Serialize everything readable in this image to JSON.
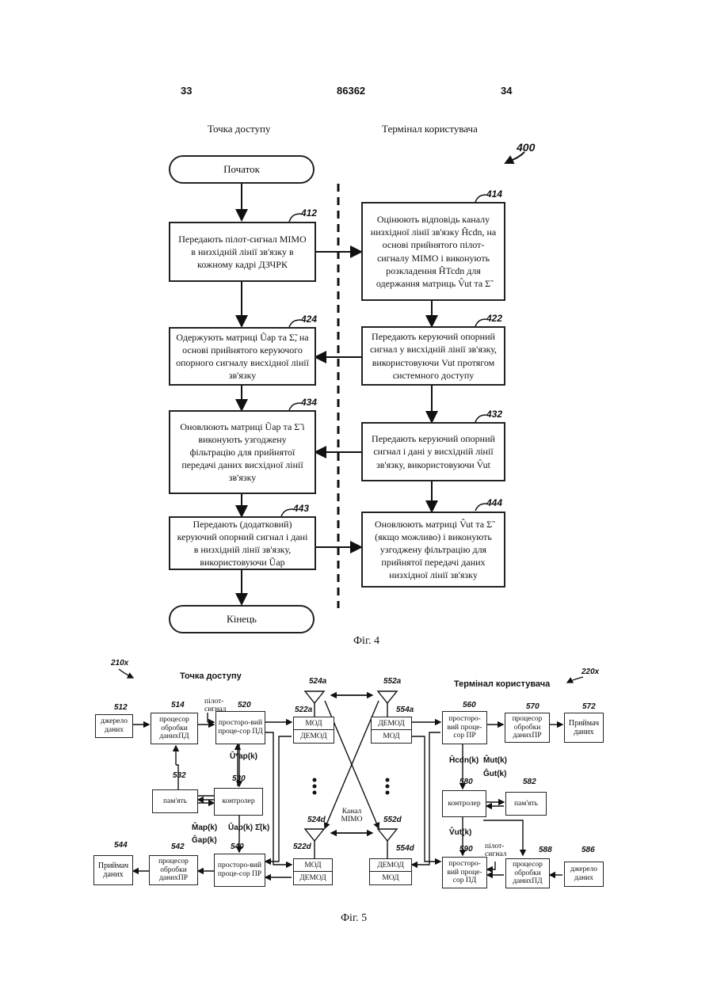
{
  "header": {
    "page_left": "33",
    "doc_number": "86362",
    "page_right": "34"
  },
  "fig4": {
    "col_left": "Точка доступу",
    "col_right": "Термінал користувача",
    "ref_400": "400",
    "start": "Початок",
    "end": "Кінець",
    "box412": {
      "ref": "412",
      "text": "Передають пілот-сигнал MIMO в низхідній лінії зв'язку в кожному кадрі ДЗЧРК"
    },
    "box414": {
      "ref": "414",
      "text": "Оцінюють відповідь каналу низхідної лінії зв'язку Ĥcdn, на основі прийнятого пілот-сигналу MIMO і виконують розкладення ĤTcdn для одержання матриць V̂ut та Σ̃"
    },
    "box422": {
      "ref": "422",
      "text": "Передають керуючий опорний сигнал у висхідній лінії зв'язку, використовуючи Vut протягом системного доступу"
    },
    "box424": {
      "ref": "424",
      "text": "Одержують матриці Ũap та Σ̃, на основі прийнятого керуючого опорного сигналу висхідної лінії зв'язку"
    },
    "box432": {
      "ref": "432",
      "text": "Передають керуючий опорний сигнал і дані у висхідній лінії зв'язку, використовуючи V̂ut"
    },
    "box434": {
      "ref": "434",
      "text": "Оновлюють матриці Ũap та Σ̃ і виконують узгоджену фільтрацію для прийнятої передачі даних висхідної лінії зв'язку"
    },
    "box443": {
      "ref": "443",
      "text": "Передають (додатковий) керуючий опорний сигнал і дані в низхідній лінії зв'язку, використовуючи Ũap"
    },
    "box444": {
      "ref": "444",
      "text": "Оновлюють матриці V̂ut та Σ̃ (якщо можливо) і виконують узгоджену фільтрацію для прийнятої передачі даних низхідної лінії зв'язку"
    },
    "caption": "Фіг. 4"
  },
  "fig5": {
    "ref_210x": "210x",
    "ref_220x": "220x",
    "title_left": "Точка доступу",
    "title_right": "Термінал користувача",
    "channel": "Канал MIMO",
    "pilot": "пілот-сигнал",
    "boxes": {
      "b512": {
        "ref": "512",
        "text": "джерело даних"
      },
      "b514": {
        "ref": "514",
        "text": "процесор обробки данихПД"
      },
      "b520": {
        "ref": "520",
        "text": "просторо-вий проце-сор ПД"
      },
      "b522a_mod": {
        "ref": "522a",
        "text": "МОД"
      },
      "b522a_demod": {
        "text": "ДЕМОД"
      },
      "b530": {
        "ref": "530",
        "text": "контролер"
      },
      "b532": {
        "ref": "532",
        "text": "пам'ять"
      },
      "b540": {
        "ref": "540",
        "text": "просторо-вий проце-сор ПР"
      },
      "b542": {
        "ref": "542",
        "text": "процесор обробки данихПР"
      },
      "b544": {
        "ref": "544",
        "text": "Приймач даних"
      },
      "b522d_mod": {
        "ref": "522d",
        "text": "МОД"
      },
      "b522d_demod": {
        "text": "ДЕМОД"
      },
      "b554a_demod": {
        "ref": "554a",
        "text": "ДЕМОД"
      },
      "b554a_mod": {
        "text": "МОД"
      },
      "b560": {
        "ref": "560",
        "text": "просторо-вий проце-сор ПР"
      },
      "b570": {
        "ref": "570",
        "text": "процесор обробки данихПР"
      },
      "b572": {
        "ref": "572",
        "text": "Приймач даних"
      },
      "b580": {
        "ref": "580",
        "text": "контролер"
      },
      "b582": {
        "ref": "582",
        "text": "пам'ять"
      },
      "b554d_demod": {
        "ref": "554d",
        "text": "ДЕМОД"
      },
      "b554d_mod": {
        "text": "МОД"
      },
      "b590": {
        "ref": "590",
        "text": "просторо-вий проце-сор ПД"
      },
      "b588": {
        "ref": "588",
        "text": "процесор обробки данихПД"
      },
      "b586": {
        "ref": "586",
        "text": "джерело даних"
      }
    },
    "antennas": {
      "a524a": "524a",
      "a524d": "524d",
      "a552a": "552a",
      "a552d": "552d"
    },
    "signals": {
      "u_ap": "Û*ap(k)",
      "m_ap": "M̂ap(k)",
      "g_ap": "Ĝap(k)",
      "u_ap2": "Ûap(k)",
      "s_k": "Σ̂(k)",
      "h_cdn": "Ĥcdn(k)",
      "m_ut": "M̂ut(k)",
      "g_ut": "Ĝut(k)",
      "v_ut": "V̂ut(k)"
    },
    "caption": "Фіг. 5"
  }
}
